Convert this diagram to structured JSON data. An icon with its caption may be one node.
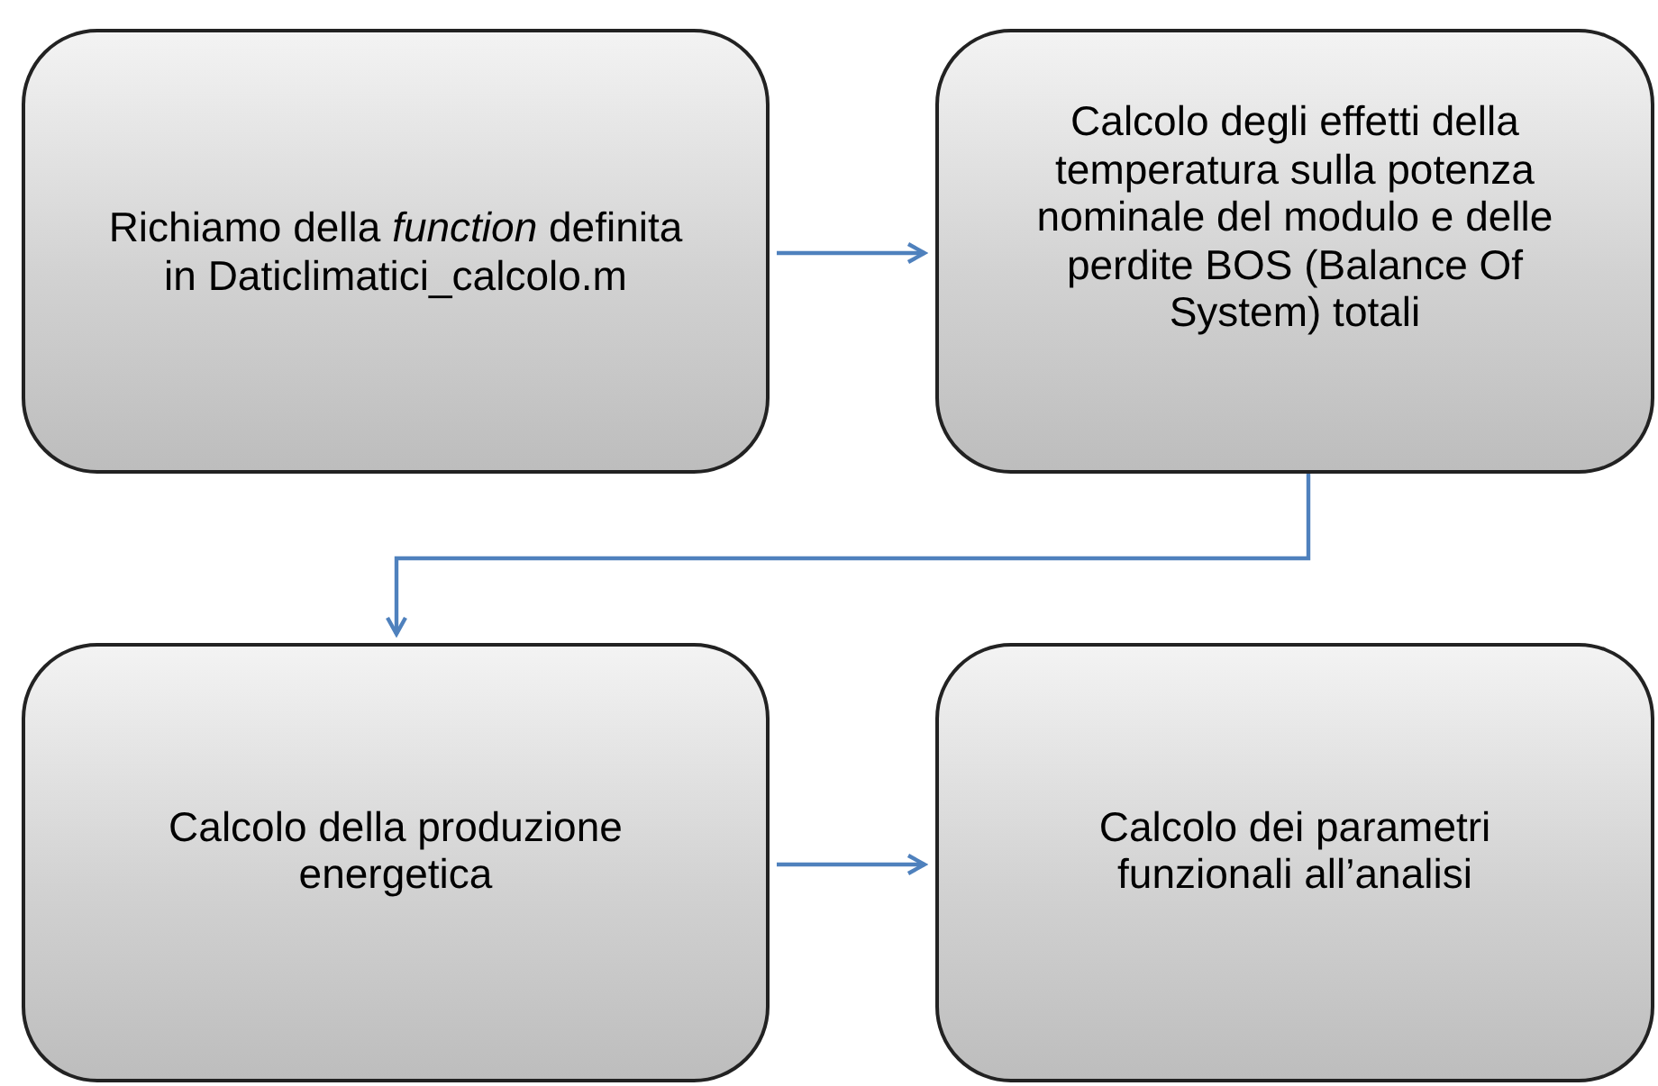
{
  "diagram": {
    "nodes": [
      {
        "text": [
          "Richiamo della *function* definita in Daticlimatici_calcolo.m"
        ]
      },
      {
        "text": [
          "Calcolo degli effetti della temperatura sulla potenza nominale del modulo e delle perdite BOS (Balance Of System) totali"
        ]
      },
      {
        "text": [
          "Calcolo della produzione energetica"
        ]
      },
      {
        "text": [
          "Calcolo dei parametri funzionali all’analisi"
        ]
      }
    ],
    "edges": [
      {
        "from": 0,
        "to": 1,
        "arrow": "to"
      },
      {
        "from": 1,
        "to": 2,
        "arrow": "to"
      },
      {
        "from": 2,
        "to": 3,
        "arrow": "to"
      }
    ]
  }
}
